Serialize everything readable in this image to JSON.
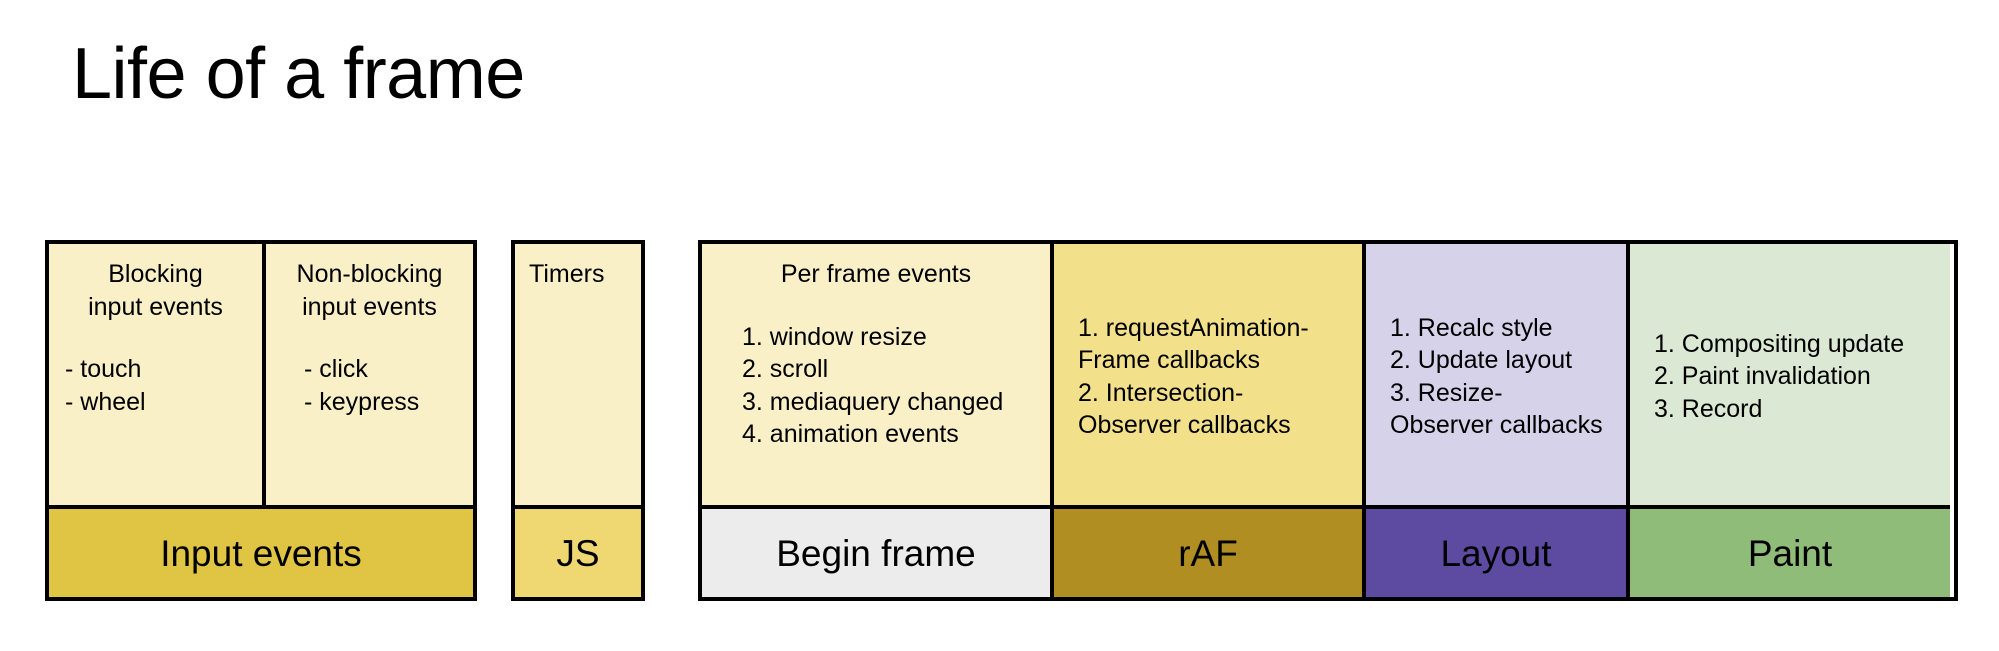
{
  "slide": {
    "title": "Life of a frame",
    "background_color": "#ffffff"
  },
  "diagram": {
    "type": "pipeline-blocks",
    "groups": [
      {
        "name": "input-events-group",
        "columns": [
          {
            "name": "blocking-input-events",
            "heading": "Blocking\ninput events",
            "items": "- touch\n- wheel",
            "body_color": "#faf0c8",
            "footer": null
          },
          {
            "name": "non-blocking-input-events",
            "heading": "Non-blocking\ninput events",
            "items": "- click\n- keypress",
            "body_color": "#faf0c8",
            "footer": null
          }
        ],
        "footer": {
          "label": "Input events",
          "color": "#e0c443"
        }
      },
      {
        "name": "timers-group",
        "columns": [
          {
            "name": "timers",
            "heading": "Timers",
            "items": "",
            "body_color": "#faf0c8",
            "footer": null
          }
        ],
        "footer": {
          "label": "JS",
          "color": "#efd871"
        }
      },
      {
        "name": "frame-pipeline-group",
        "columns": [
          {
            "name": "begin-frame",
            "heading": "Per frame events",
            "items": "1. window resize\n2. scroll\n3. mediaquery changed\n4. animation events",
            "body_color": "#faf0c8",
            "footer": {
              "label": "Begin frame",
              "color": "#ececec"
            }
          },
          {
            "name": "raf",
            "heading": "",
            "items": "1. requestAnimation-\nFrame callbacks\n2. Intersection-\nObserver callbacks",
            "body_color": "#f2e08a",
            "footer": {
              "label": "rAF",
              "color": "#b08e22"
            }
          },
          {
            "name": "layout",
            "heading": "",
            "items": "1. Recalc style\n2. Update layout\n3. Resize-\nObserver callbacks",
            "body_color": "#d6d2ea",
            "footer": {
              "label": "Layout",
              "color": "#5c4ba0"
            }
          },
          {
            "name": "paint",
            "heading": "",
            "items": "1. Compositing update\n2. Paint invalidation\n3. Record",
            "body_color": "#dbe8d3",
            "footer": {
              "label": "Paint",
              "color": "#8fbc78"
            }
          }
        ],
        "footer": null
      }
    ]
  }
}
